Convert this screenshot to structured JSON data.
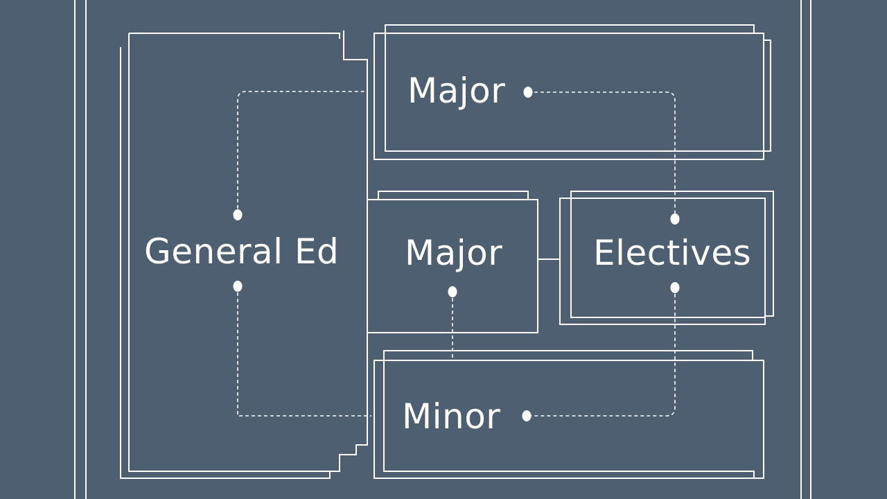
{
  "diagram": {
    "colors": {
      "background": "#4d5f70",
      "stroke": "#ffffff"
    },
    "blocks": {
      "general_ed": "General Ed",
      "major_top": "Major",
      "major_center": "Major",
      "electives": "Electives",
      "minor": "Minor"
    }
  }
}
